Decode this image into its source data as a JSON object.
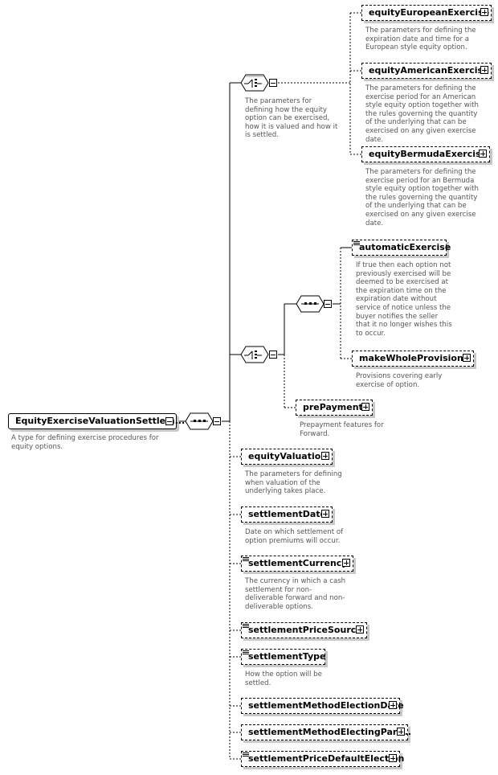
{
  "root": {
    "label": "EquityExerciseValuationSettlem...",
    "desc": "A type for defining exercise procedures for equity options."
  },
  "exercise_choice": {
    "desc": "The parameters for defining how the equity option can be exercised, how it is valued and how it is settled."
  },
  "exercise_options": [
    {
      "label": "equityEuropeanExercise",
      "desc": "The parameters for defining the expiration date and time for a European style equity option."
    },
    {
      "label": "equityAmericanExercise",
      "desc": "The parameters for defining the exercise period for an American style equity option together with the rules governing the quantity of the underlying that can be exercised on any given exercise date."
    },
    {
      "label": "equityBermudaExercise",
      "desc": "The parameters for defining the exercise period for an Bermuda style equity option together with the rules governing the quantity of the underlying that can be exercised on any given exercise date."
    }
  ],
  "auto_group": [
    {
      "label": "automaticExercise",
      "desc": "If true then each option not previously exercised will be deemed to be exercised at the expiration time on the expiration date without service of notice unless the buyer notifies the seller that it no longer wishes this to occur."
    },
    {
      "label": "makeWholeProvisions",
      "desc": "Provisions covering early exercise of option."
    }
  ],
  "prepayment": {
    "label": "prePayment",
    "desc": "Prepayment features for Forward."
  },
  "elements": [
    {
      "label": "equityValuation",
      "desc": "The parameters for defining when valuation of the underlying takes place."
    },
    {
      "label": "settlementDate",
      "desc": "Date on which settlement of option premiums will occur."
    },
    {
      "label": "settlementCurrency",
      "desc": "The currency in which a cash settlement for non-deliverable forward and non-deliverable options."
    },
    {
      "label": "settlementPriceSource",
      "desc": ""
    },
    {
      "label": "settlementType",
      "desc": "How the option will be settled."
    },
    {
      "label": "settlementMethodElectionDate",
      "desc": ""
    },
    {
      "label": "settlementMethodElectingPart...",
      "desc": ""
    },
    {
      "label": "settlementPriceDefaultElection",
      "desc": ""
    }
  ]
}
